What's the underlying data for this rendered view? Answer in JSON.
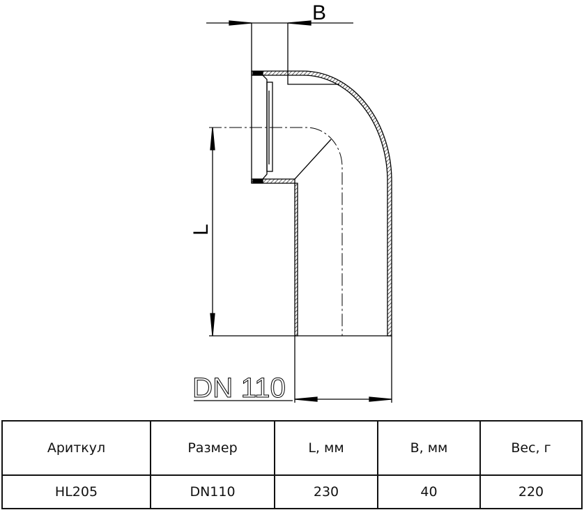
{
  "drawing": {
    "dim_b_label": "B",
    "dim_l_label": "L",
    "dn_label": "DN 110"
  },
  "table": {
    "headers": [
      "Ариткул",
      "Размер",
      "L, мм",
      "B, мм",
      "Вес, г"
    ],
    "rows": [
      [
        "HL205",
        "DN110",
        "230",
        "40",
        "220"
      ]
    ]
  }
}
